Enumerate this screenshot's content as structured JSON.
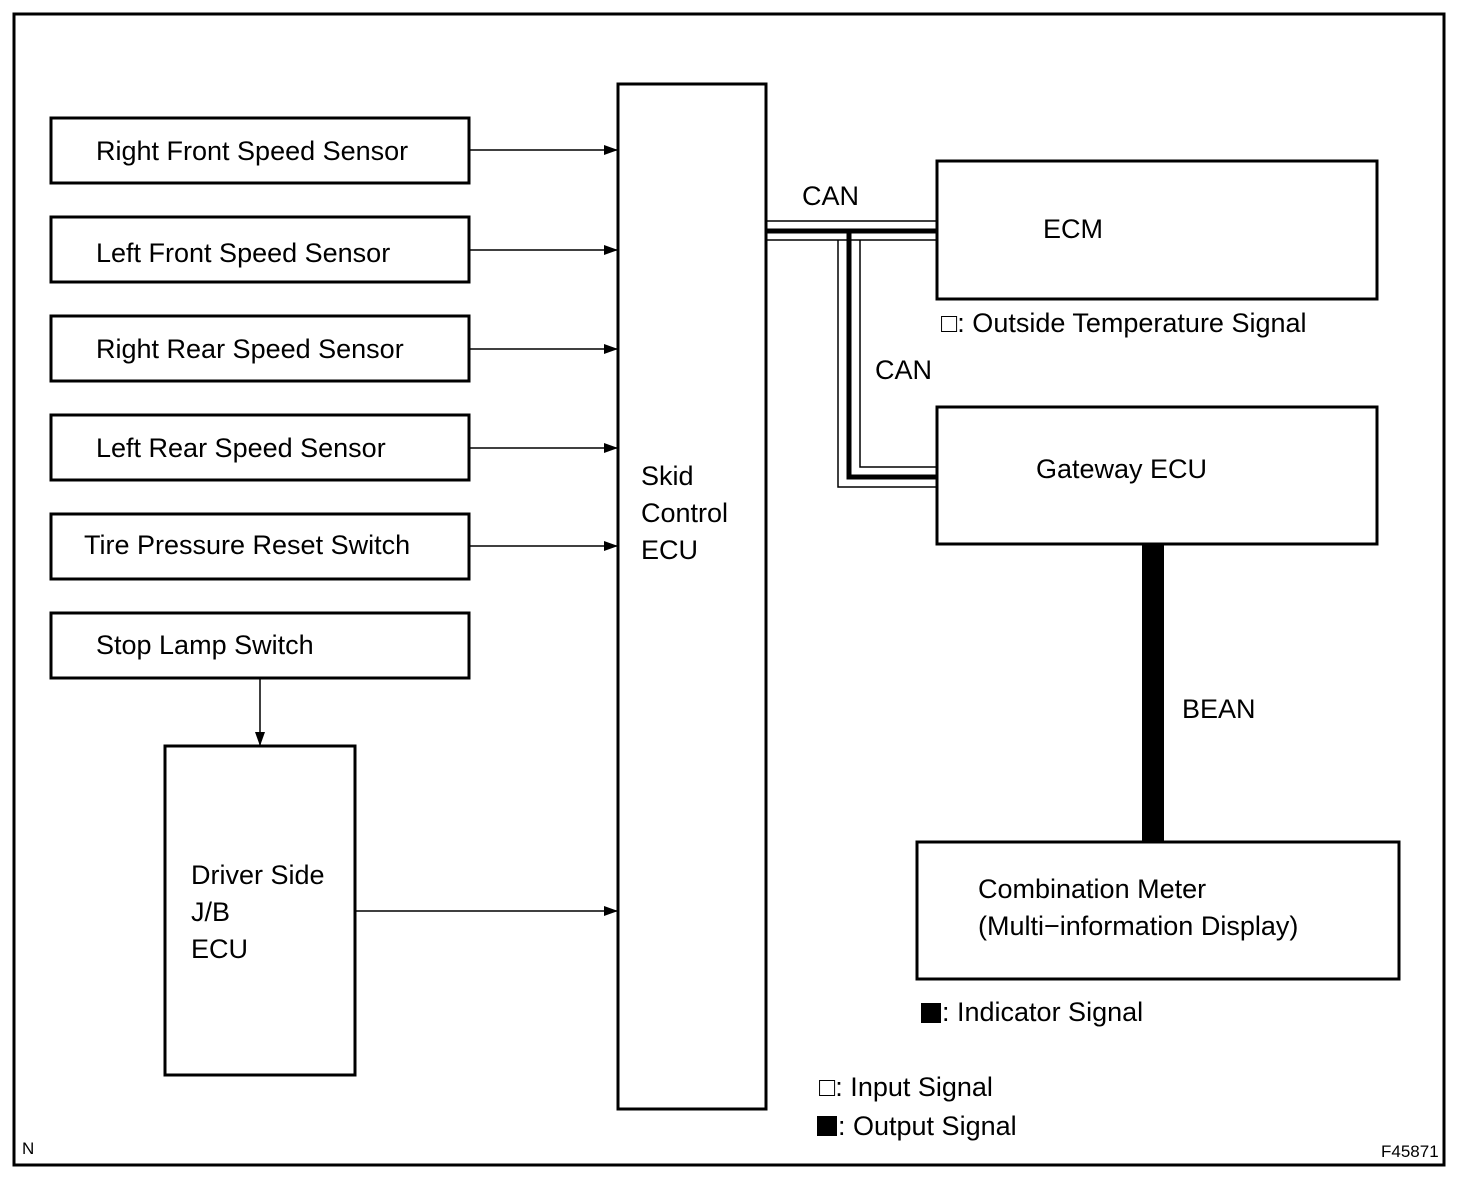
{
  "diagram": {
    "sensors": [
      {
        "key": "rf",
        "label": "Right Front Speed Sensor"
      },
      {
        "key": "lf",
        "label": "Left Front Speed Sensor"
      },
      {
        "key": "rr",
        "label": "Right Rear Speed Sensor"
      },
      {
        "key": "lr",
        "label": "Left Rear Speed Sensor"
      },
      {
        "key": "tp",
        "label": "Tire Pressure Reset Switch"
      },
      {
        "key": "sl",
        "label": "Stop Lamp Switch"
      }
    ],
    "driver_jb": {
      "lines": [
        "Driver Side",
        "J/B",
        "ECU"
      ]
    },
    "skid_ecu": {
      "lines": [
        "Skid",
        "Control",
        "ECU"
      ]
    },
    "ecm": {
      "label": "ECM",
      "signal_label": "□: Outside Temperature Signal"
    },
    "gateway": {
      "label": "Gateway ECU"
    },
    "meter": {
      "lines": [
        "Combination Meter",
        "(Multi−information Display)"
      ],
      "signal_label": ": Indicator Signal"
    },
    "bus_labels": {
      "can_top": "CAN",
      "can_mid": "CAN",
      "bean": "BEAN"
    },
    "legend": {
      "input": "□: Input Signal",
      "output": ": Output Signal"
    },
    "corner_left": "N",
    "figure_code": "F45871"
  }
}
